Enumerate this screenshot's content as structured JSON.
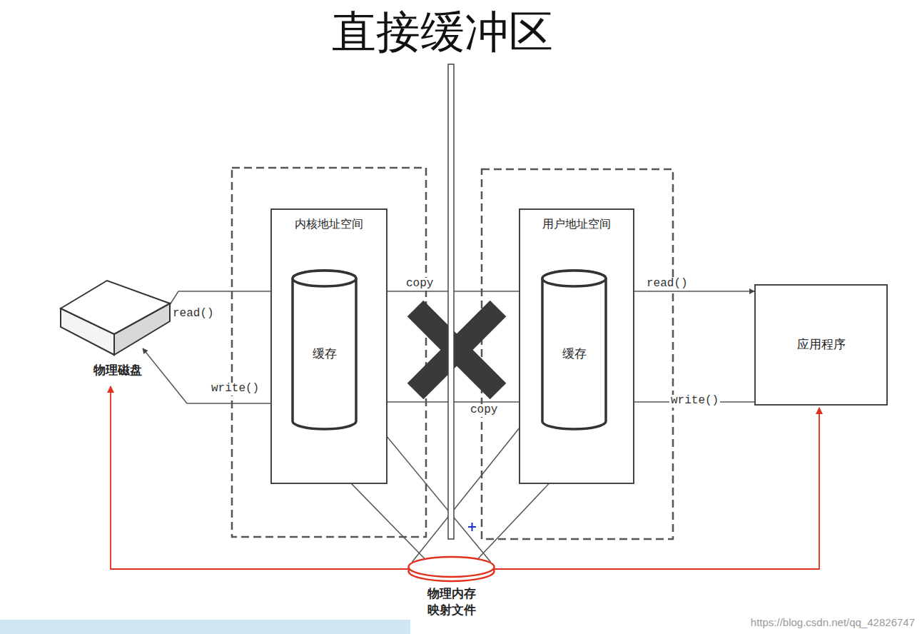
{
  "diagram": {
    "title": "直接缓冲区",
    "nodes": [
      {
        "text": [
          "物理磁盘"
        ]
      },
      {
        "text": [
          "内核地址空间"
        ]
      },
      {
        "text": [
          "缓存"
        ],
        "in": 1
      },
      {
        "text": [
          "用户地址空间"
        ]
      },
      {
        "text": [
          "缓存"
        ],
        "in": 3
      },
      {
        "text": [
          "应用程序"
        ]
      },
      {
        "text": [
          "物理内存 映射文件"
        ]
      }
    ],
    "edges": [
      {
        "from": 0,
        "to": 2,
        "label": "read()",
        "arrow": "to"
      },
      {
        "from": 2,
        "to": 4,
        "label": "copy",
        "arrow": "to"
      },
      {
        "from": 4,
        "to": 5,
        "label": "read()",
        "arrow": "to"
      },
      {
        "from": 5,
        "to": 4,
        "label": "write()",
        "arrow": "to"
      },
      {
        "from": 4,
        "to": 2,
        "label": "copy",
        "arrow": "to"
      },
      {
        "from": 2,
        "to": 0,
        "label": "write()",
        "arrow": "to"
      },
      {
        "from": 6,
        "to": 0,
        "arrow": "to"
      },
      {
        "from": 6,
        "to": 5,
        "arrow": "to"
      },
      {
        "from": 2,
        "to": 6,
        "arrow": "none"
      },
      {
        "from": 4,
        "to": 6,
        "arrow": "none"
      }
    ],
    "labels": [
      "https://blog.csdn.net/qq_42826747"
    ]
  }
}
